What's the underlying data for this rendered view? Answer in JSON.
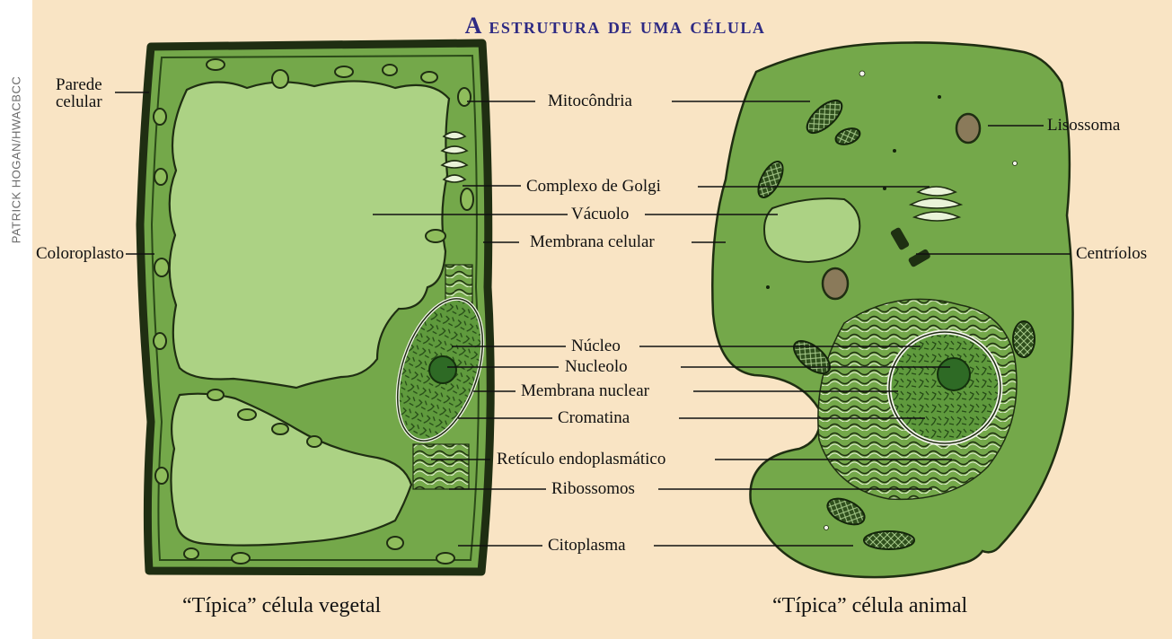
{
  "credit": "PATRICK HOGAN/HWACBCC",
  "title": "A estrutura de uma célula",
  "captions": {
    "plant": "“Típica” célula vegetal",
    "animal": "“Típica” célula animal"
  },
  "labels": {
    "parede_line1": "Parede",
    "parede_line2": "celular",
    "coloroplasto": "Coloroplasto",
    "mitocondria": "Mitocôndria",
    "golgi": "Complexo de Golgi",
    "vacuolo": "Vácuolo",
    "membrana_celular": "Membrana celular",
    "nucleo": "Núcleo",
    "nucleolo": "Nucleolo",
    "membrana_nuclear": "Membrana nuclear",
    "cromatina": "Cromatina",
    "reticulo": "Retículo endoplasmático",
    "ribossomos": "Ribossomos",
    "citoplasma": "Citoplasma",
    "lisossoma": "Lisossoma",
    "centriolos": "Centríolos"
  },
  "colors": {
    "background": "#f9e4c4",
    "title": "#2e2a83",
    "cell_green": "#74a84a",
    "light_green": "#acd284",
    "outline": "#1f2e12"
  }
}
